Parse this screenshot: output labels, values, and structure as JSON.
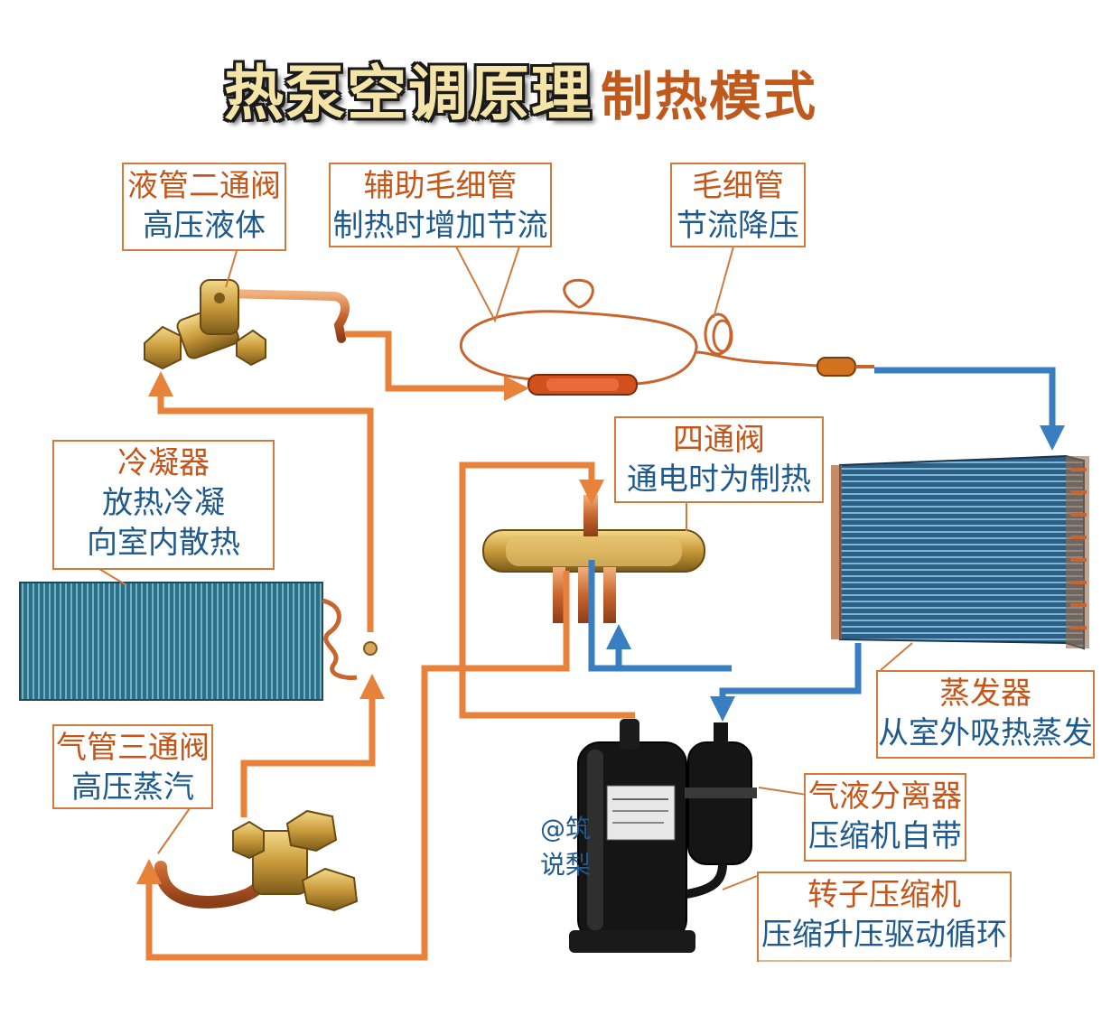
{
  "title": {
    "main": "热泵空调原理",
    "sub": "制热模式"
  },
  "labels": {
    "liquid_valve": {
      "line1": "液管二通阀",
      "line2": "高压液体"
    },
    "aux_capillary": {
      "line1": "辅助毛细管",
      "line2": "制热时增加节流"
    },
    "capillary": {
      "line1": "毛细管",
      "line2": "节流降压"
    },
    "condenser": {
      "line1": "冷凝器",
      "line2": "放热冷凝",
      "line3": "向室内散热"
    },
    "four_way_valve": {
      "line1": "四通阀",
      "line2": "通电时为制热"
    },
    "gas_valve": {
      "line1": "气管三通阀",
      "line2": "高压蒸汽"
    },
    "evaporator": {
      "line1": "蒸发器",
      "line2": "从室外吸热蒸发"
    },
    "separator": {
      "line1": "气液分离器",
      "line2": "压缩机自带"
    },
    "compressor": {
      "line1": "转子压缩机",
      "line2": "压缩升压驱动循环"
    }
  },
  "watermark": {
    "line1": "@筑",
    "line2": "说梨"
  },
  "colors": {
    "hot_pipe": "#e8823a",
    "cold_pipe": "#3a7ec2",
    "label_border": "#d07a3c",
    "label_text": "#1f5a8e",
    "title_sub": "#c05a1c"
  }
}
